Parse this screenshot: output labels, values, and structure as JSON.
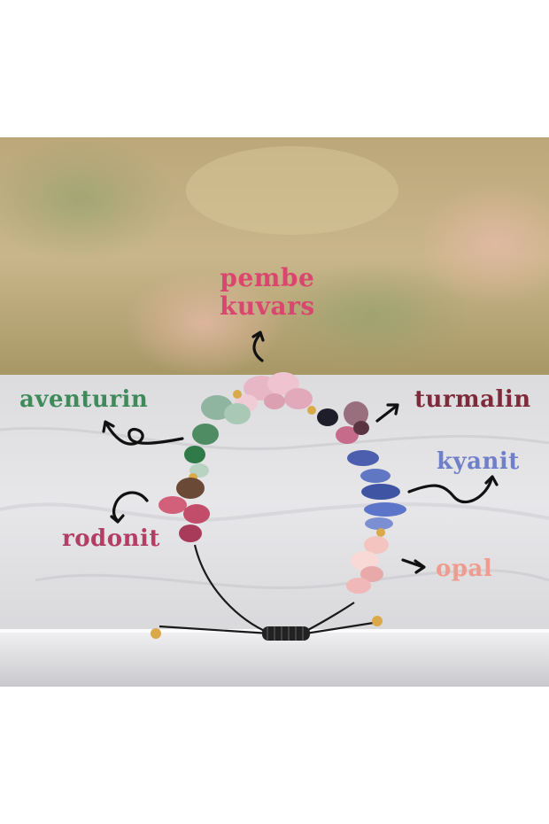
{
  "labels": {
    "pembe_line1": "pembe",
    "pembe_line2": "kuvars",
    "aventurin": "aventurin",
    "turmalin": "turmalin",
    "kyanit": "kyanit",
    "rodonit": "rodonit",
    "opal": "opal"
  },
  "colors": {
    "pembe": "#d9466f",
    "aventurin": "#3f8a5a",
    "turmalin": "#7d2a3a",
    "kyanit": "#6f7fc9",
    "rodonit": "#b23e63",
    "opal": "#ee9c8e",
    "arrow": "#111111"
  }
}
